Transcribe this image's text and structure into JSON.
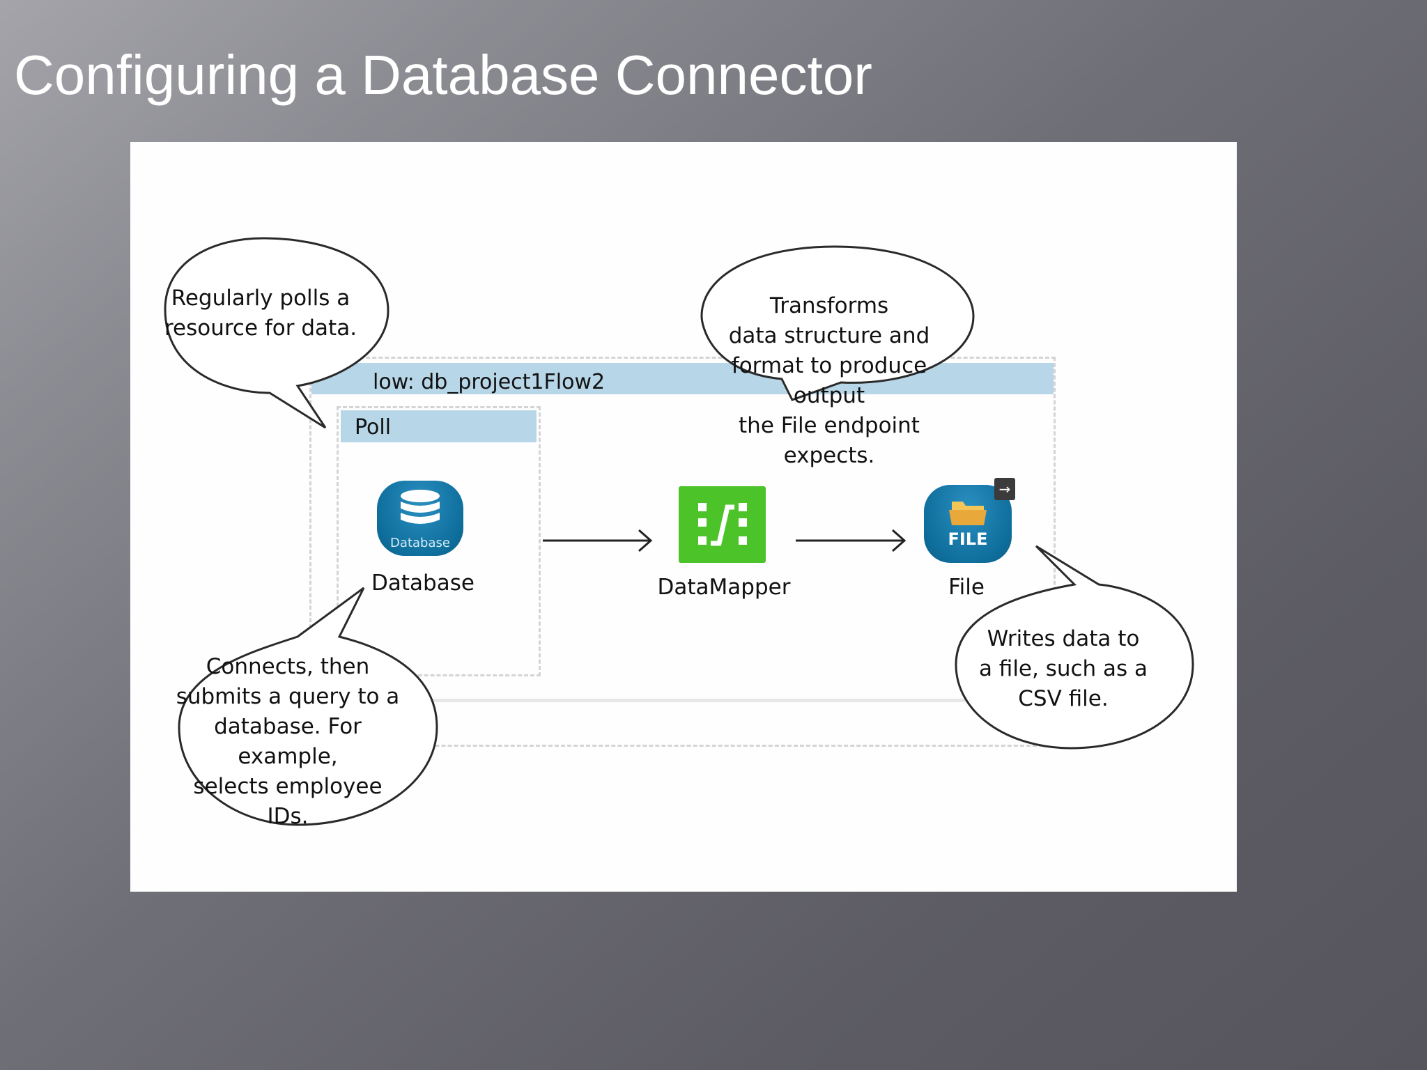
{
  "slide": {
    "title": "Configuring a Database Connector"
  },
  "diagram": {
    "flow_label": "low:  db_project1Flow2",
    "poll_label": "Poll",
    "nodes": {
      "database": {
        "label": "Database",
        "icon": "database-icon",
        "icon_caption": "Database"
      },
      "datamapper": {
        "label": "DataMapper",
        "icon": "datamapper-icon"
      },
      "file": {
        "label": "File",
        "icon": "file-folder-icon",
        "icon_text": "FILE",
        "badge": "→"
      }
    },
    "callouts": {
      "poll": "Regularly polls a\nresource for data.",
      "transform": "Transforms\ndata structure and\nformat to produce output\nthe File endpoint\nexpects.",
      "connect": "Connects, then\nsubmits a query to a\ndatabase. For example,\nselects employee\nIDs.",
      "write": "Writes data to\na file, such as a\nCSV file."
    },
    "colors": {
      "header_blue": "#b7d6e7",
      "icon_blue": "#0f6f9d",
      "mapper_green": "#4cc429"
    }
  }
}
